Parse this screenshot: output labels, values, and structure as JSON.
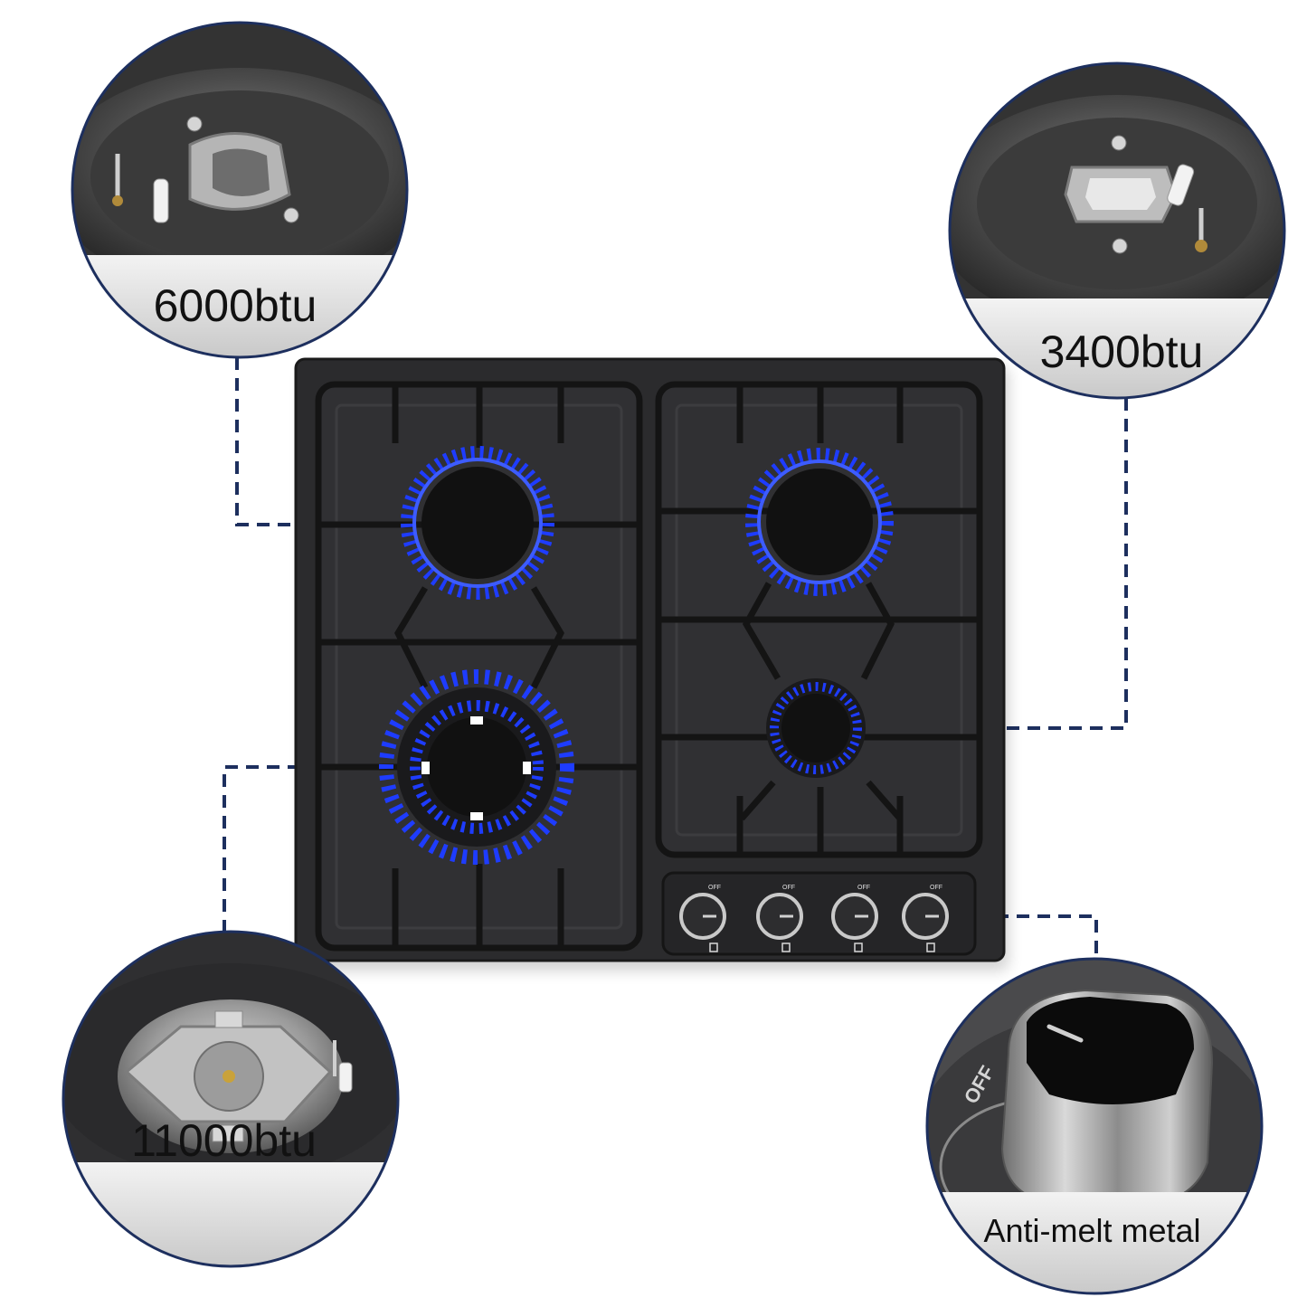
{
  "callouts": {
    "top_left": {
      "label": "6000btu"
    },
    "top_right": {
      "label": "3400btu"
    },
    "bottom_left": {
      "label": "11000btu"
    },
    "bottom_right": {
      "label": "Anti-melt metal",
      "knob_marking": "OFF"
    }
  },
  "cooktop": {
    "knob_marking": "OFF",
    "knob_count": 4,
    "burner_count": 4
  },
  "colors": {
    "outline": "#1d2f5e",
    "dashed_line": "#1d2f5e",
    "cooktop": "#2b2b2d",
    "flame": "#1e3cff",
    "steel": "#b8b8b8"
  }
}
